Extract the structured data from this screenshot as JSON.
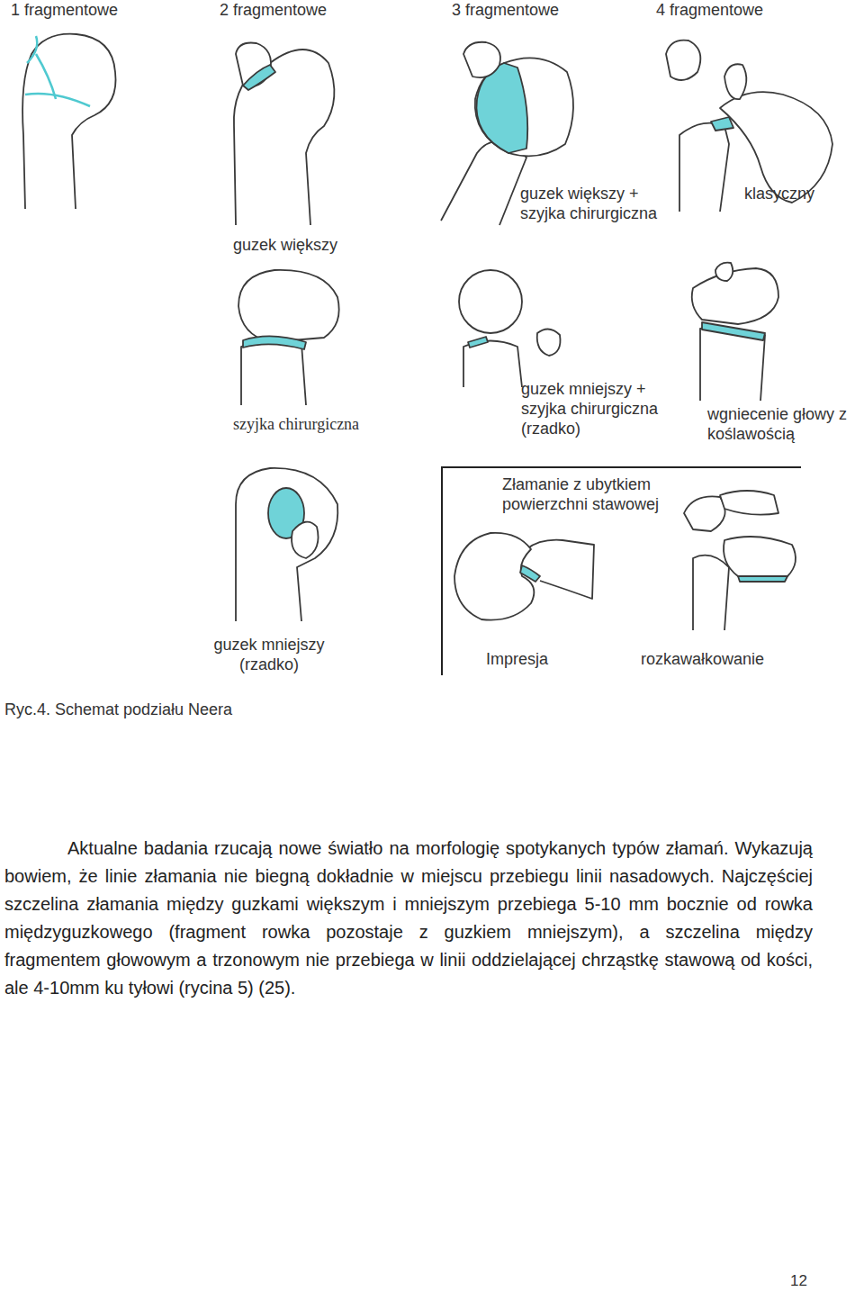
{
  "diagram": {
    "caption": "Ryc.4. Schemat podziału Neera",
    "nodes": [
      {
        "text": [
          "Złamanie z ubytkiem powierzchni stawowej"
        ]
      }
    ],
    "labels": [
      "1 fragmentowe",
      "2 fragmentowe",
      "3 fragmentowe",
      "4 fragmentowe",
      "guzek większy + szyjka chirurgiczna",
      "klasyczny",
      "guzek większy",
      "szyjka chirurgiczna",
      "guzek mniejszy + szyjka chirurgiczna (rzadko)",
      "wgniecenie głowy z koślawością",
      "guzek mniejszy (rzadko)",
      "Impresja",
      "rozkawałkowanie",
      "Aktualne badania rzucają nowe światło na morfologię spotykanych typów złamań. Wykazują bowiem, że linie złamania nie biegną dokładnie w miejscu przebiegu linii nasadowych. Najczęściej szczelina złamania między guzkami większym i mniejszym przebiega 5-10 mm bocznie od rowka międzyguzkowego (fragment rowka pozostaje z guzkiem mniejszym), a szczelina między fragmentem głowowym a trzonowym nie przebiega w linii oddzielającej chrząstkę stawową od kości, ale 4-10mm ku tyłowi (rycina 5) (25).",
      "12"
    ]
  }
}
